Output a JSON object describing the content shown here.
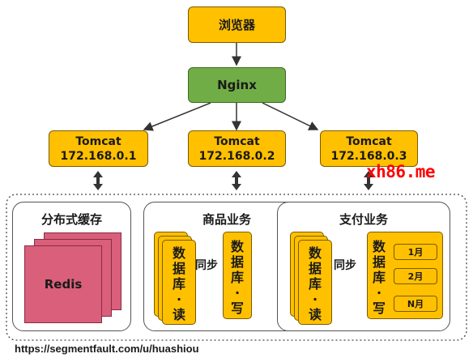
{
  "browser": {
    "label": "浏览器"
  },
  "nginx": {
    "label": "Nginx"
  },
  "tomcats": [
    {
      "name": "Tomcat",
      "ip": "172.168.0.1"
    },
    {
      "name": "Tomcat",
      "ip": "172.168.0.2"
    },
    {
      "name": "Tomcat",
      "ip": "172.168.0.3"
    }
  ],
  "watermark": "xh86.me",
  "panels": {
    "cache": {
      "title": "分布式缓存",
      "redis": "Redis"
    },
    "goods": {
      "title": "商品业务",
      "read_db": [
        "数",
        "据",
        "库",
        "·",
        "读"
      ],
      "sync": "同步",
      "write_db": [
        "数",
        "据",
        "库",
        "·",
        "写"
      ]
    },
    "payment": {
      "title": "支付业务",
      "read_db": [
        "数",
        "据",
        "库",
        "·",
        "读"
      ],
      "sync": "同步",
      "write_db": [
        "数",
        "据",
        "库",
        "·",
        "写"
      ],
      "months": [
        "1月",
        "2月",
        "N月"
      ]
    }
  },
  "footer": {
    "url": "https://segmentfault.com/u/huashiou"
  },
  "colors": {
    "node": "#ffc000",
    "nginx": "#70ad47",
    "redis": "#d95f7a",
    "watermark": "#ff0000"
  }
}
